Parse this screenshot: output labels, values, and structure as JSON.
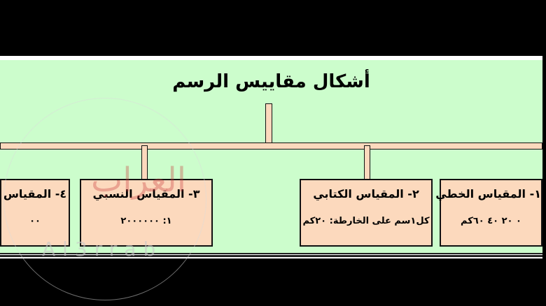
{
  "title": "أشكال مقاييس الرسم",
  "boxes": [
    {
      "heading": "١- المقياس الخطي",
      "body": "٠ ٢٠ ٤٠ ٦٠كم"
    },
    {
      "heading": "٢- المقياس الكتابي",
      "body": "كل١سم على الخارطة: ٢٠كم"
    },
    {
      "heading": "٣- المقياس النسبي",
      "body": "١: ٢٠٠٠٠٠٠"
    },
    {
      "heading": "٤- المقياس",
      "body": "٠٠"
    }
  ],
  "watermark": {
    "arabic": "العراب",
    "latin": "Al3rrab"
  },
  "colors": {
    "panel": "#ccfdcc",
    "box": "#fcd9bd"
  }
}
